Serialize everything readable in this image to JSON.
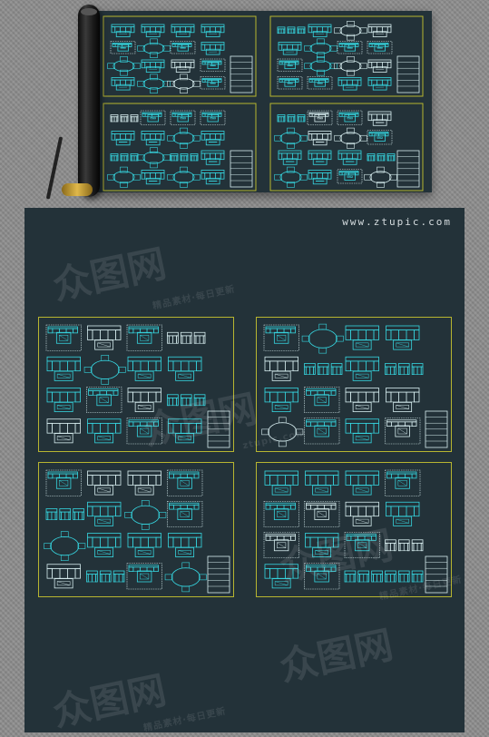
{
  "website": "www.ztupic.com",
  "watermark": {
    "logo": "众图网",
    "tagline": "精品素材·每日更新",
    "domain": "ztupic.com"
  },
  "colors": {
    "background": "#8d8d8d",
    "sheet": "#233239",
    "cad_line": "#36d6e0",
    "cad_white": "#d8eef0",
    "border": "#b7b530"
  },
  "icons": {
    "tube": "rolled-poster-tube",
    "pen": "stylus-pen"
  }
}
